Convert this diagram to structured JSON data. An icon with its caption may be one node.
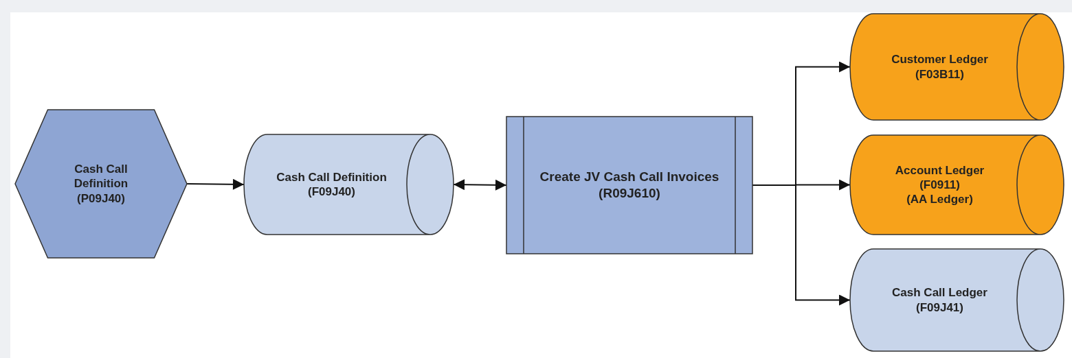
{
  "diagram": {
    "nodes": [
      {
        "text": [
          "Cash Call Definition",
          "(P09J40)"
        ]
      },
      {
        "text": [
          "Cash Call Definition",
          "(F09J40)"
        ]
      },
      {
        "text": [
          "Create JV Cash Call Invoices",
          "(R09J610)"
        ]
      },
      {
        "text": [
          "Customer Ledger",
          "(F03B11)"
        ]
      },
      {
        "text": [
          "Account Ledger",
          "(F0911)",
          "(AA Ledger)"
        ]
      },
      {
        "text": [
          "Cash Call Ledger",
          "(F09J41)"
        ]
      }
    ],
    "edges": [
      {
        "from": 0,
        "to": 1,
        "arrow": "to"
      },
      {
        "from": 1,
        "to": 2,
        "arrow": "both"
      },
      {
        "from": 2,
        "to": 3,
        "arrow": "to"
      },
      {
        "from": 2,
        "to": 4,
        "arrow": "to"
      },
      {
        "from": 2,
        "to": 5,
        "arrow": "to"
      }
    ]
  }
}
